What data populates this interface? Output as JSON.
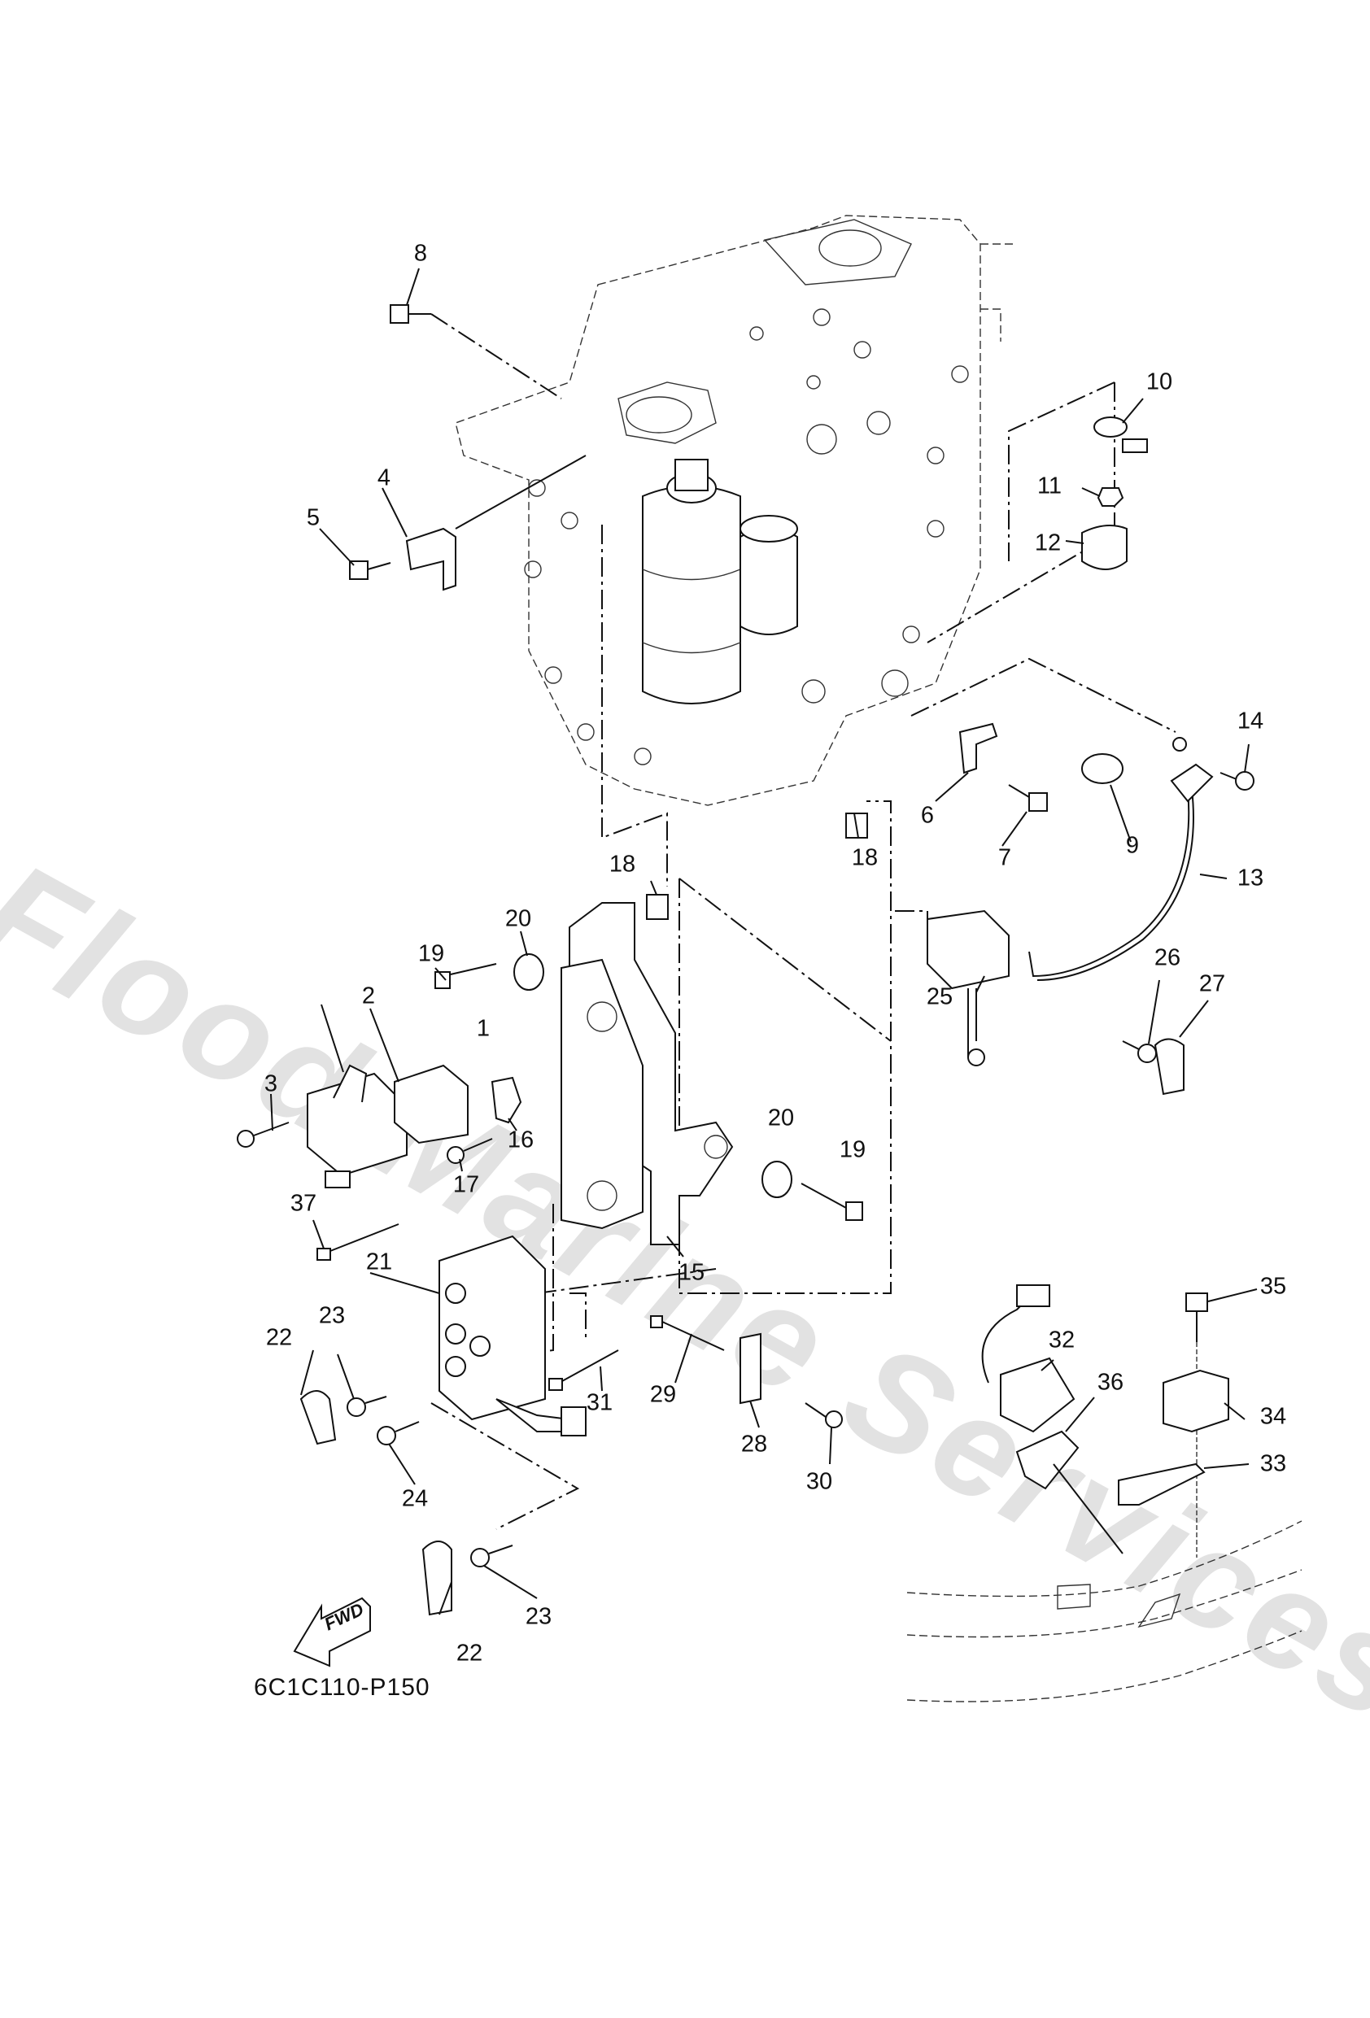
{
  "diagram": {
    "title_code": "6C1C110-P150",
    "direction_indicator": "FWD",
    "watermark": "Flood Marine Services",
    "colors": {
      "line": "#111111",
      "watermark": "#e2e2e2",
      "background": "#ffffff"
    },
    "callouts": [
      {
        "id": "1",
        "label": "1"
      },
      {
        "id": "2",
        "label": "2"
      },
      {
        "id": "3",
        "label": "3"
      },
      {
        "id": "4",
        "label": "4"
      },
      {
        "id": "5",
        "label": "5"
      },
      {
        "id": "6",
        "label": "6"
      },
      {
        "id": "7",
        "label": "7"
      },
      {
        "id": "8",
        "label": "8"
      },
      {
        "id": "9",
        "label": "9"
      },
      {
        "id": "10",
        "label": "10"
      },
      {
        "id": "11",
        "label": "11"
      },
      {
        "id": "12",
        "label": "12"
      },
      {
        "id": "13",
        "label": "13"
      },
      {
        "id": "14",
        "label": "14"
      },
      {
        "id": "15",
        "label": "15"
      },
      {
        "id": "16",
        "label": "16"
      },
      {
        "id": "17",
        "label": "17"
      },
      {
        "id": "18a",
        "label": "18"
      },
      {
        "id": "18b",
        "label": "18"
      },
      {
        "id": "19a",
        "label": "19"
      },
      {
        "id": "19b",
        "label": "19"
      },
      {
        "id": "20a",
        "label": "20"
      },
      {
        "id": "20b",
        "label": "20"
      },
      {
        "id": "21",
        "label": "21"
      },
      {
        "id": "22a",
        "label": "22"
      },
      {
        "id": "22b",
        "label": "22"
      },
      {
        "id": "23a",
        "label": "23"
      },
      {
        "id": "23b",
        "label": "23"
      },
      {
        "id": "24",
        "label": "24"
      },
      {
        "id": "25",
        "label": "25"
      },
      {
        "id": "26",
        "label": "26"
      },
      {
        "id": "27",
        "label": "27"
      },
      {
        "id": "28",
        "label": "28"
      },
      {
        "id": "29",
        "label": "29"
      },
      {
        "id": "30",
        "label": "30"
      },
      {
        "id": "31",
        "label": "31"
      },
      {
        "id": "32",
        "label": "32"
      },
      {
        "id": "33",
        "label": "33"
      },
      {
        "id": "34",
        "label": "34"
      },
      {
        "id": "35",
        "label": "35"
      },
      {
        "id": "36",
        "label": "36"
      },
      {
        "id": "37",
        "label": "37"
      }
    ]
  }
}
